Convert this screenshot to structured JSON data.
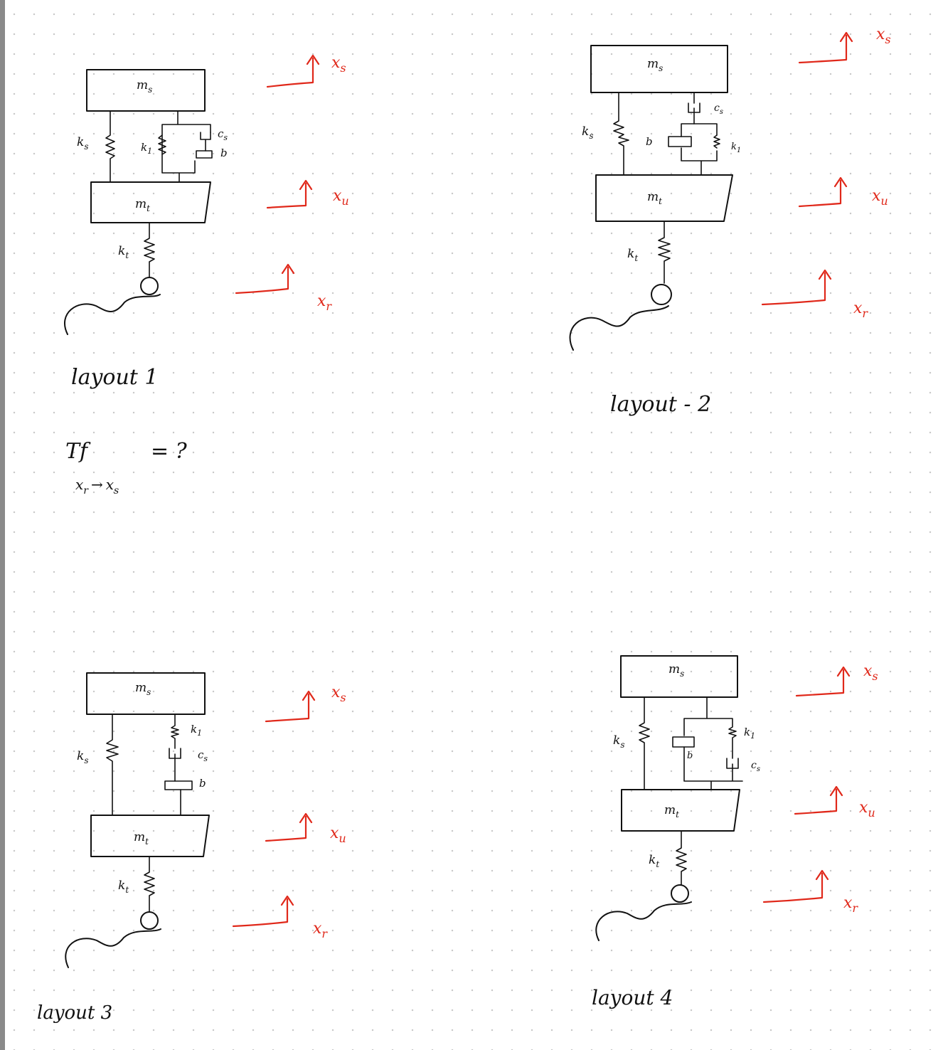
{
  "colors": {
    "ink": "#111111",
    "annotation": "#e0281a",
    "grid_dot": "#c9c9c9"
  },
  "labels": {
    "ms": "m",
    "ms_sub": "s",
    "mt": "m",
    "mt_sub": "t",
    "ks": "k",
    "ks_sub": "s",
    "kt": "k",
    "kt_sub": "t",
    "k1": "k",
    "k1_sub": "1",
    "cs": "c",
    "cs_sub": "s",
    "b": "b"
  },
  "annotations": {
    "xs": "x",
    "xs_sub": "s",
    "xu": "x",
    "xu_sub": "u",
    "xr": "x",
    "xr_sub": "r"
  },
  "layouts": [
    {
      "caption": "layout 1"
    },
    {
      "caption": "layout - 2"
    },
    {
      "caption": "layout 3"
    },
    {
      "caption": "layout 4"
    }
  ],
  "note": {
    "tf": "Tf",
    "equals": "= ?",
    "mapping": "x",
    "mapping_sub": "r",
    "arrow": "→",
    "mapping_target": "x",
    "mapping_target_sub": "s"
  }
}
